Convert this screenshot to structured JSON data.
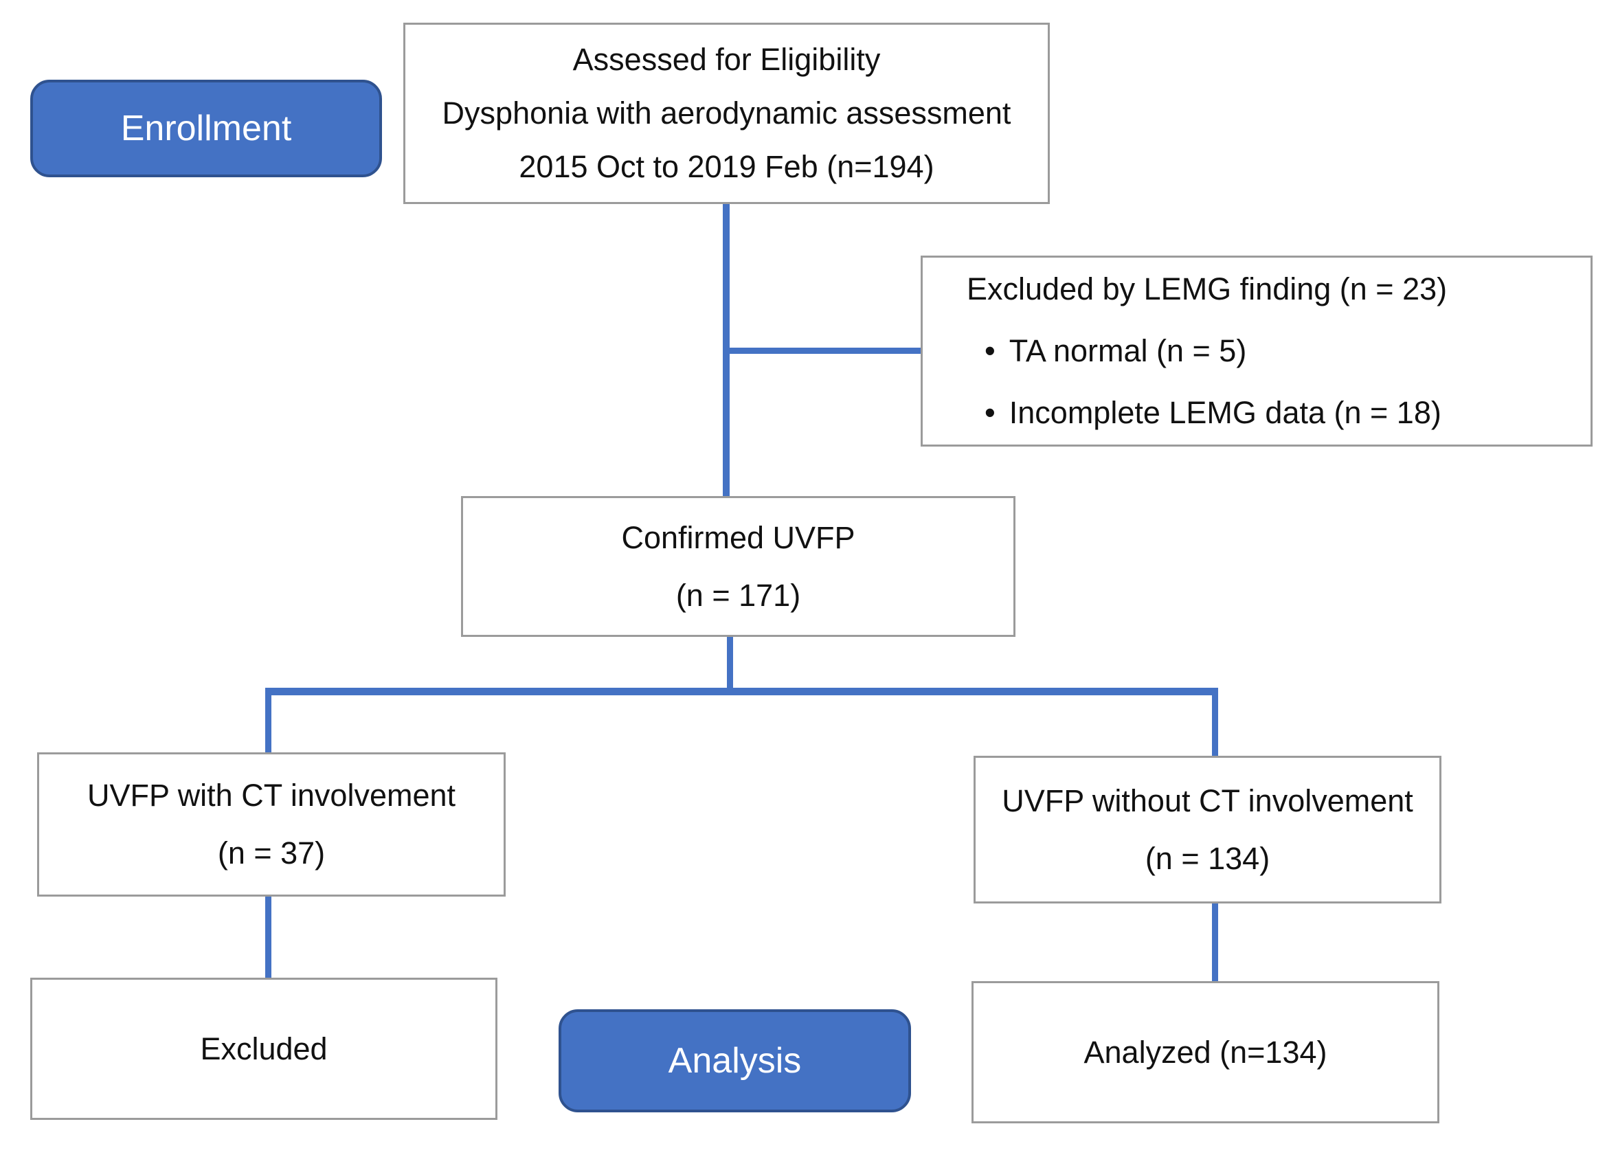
{
  "colors": {
    "accent": "#4472C4",
    "pill_border": "#2F528F",
    "box_border": "#9B9B9B",
    "text": "#111111",
    "pill_text": "#FFFFFF"
  },
  "glyphs": {
    "bullet": "•"
  },
  "stages": {
    "enrollment": "Enrollment",
    "analysis": "Analysis"
  },
  "boxes": {
    "assessed": {
      "lines": [
        "Assessed for Eligibility",
        "Dysphonia with aerodynamic assessment",
        "2015 Oct to 2019 Feb (n=194)"
      ]
    },
    "excluded_lemg": {
      "title": "Excluded by LEMG finding (n = 23)",
      "bullets": [
        "TA normal (n = 5)",
        "Incomplete  LEMG data (n = 18)"
      ]
    },
    "confirmed": {
      "lines": [
        "Confirmed UVFP",
        "(n  = 171)"
      ]
    },
    "with_ct": {
      "lines": [
        "UVFP with CT involvement",
        "(n = 37)"
      ]
    },
    "without_ct": {
      "lines": [
        "UVFP without CT involvement",
        "(n = 134)"
      ]
    },
    "excluded_final": {
      "label": "Excluded"
    },
    "analyzed": {
      "label": "Analyzed (n=134)"
    }
  }
}
